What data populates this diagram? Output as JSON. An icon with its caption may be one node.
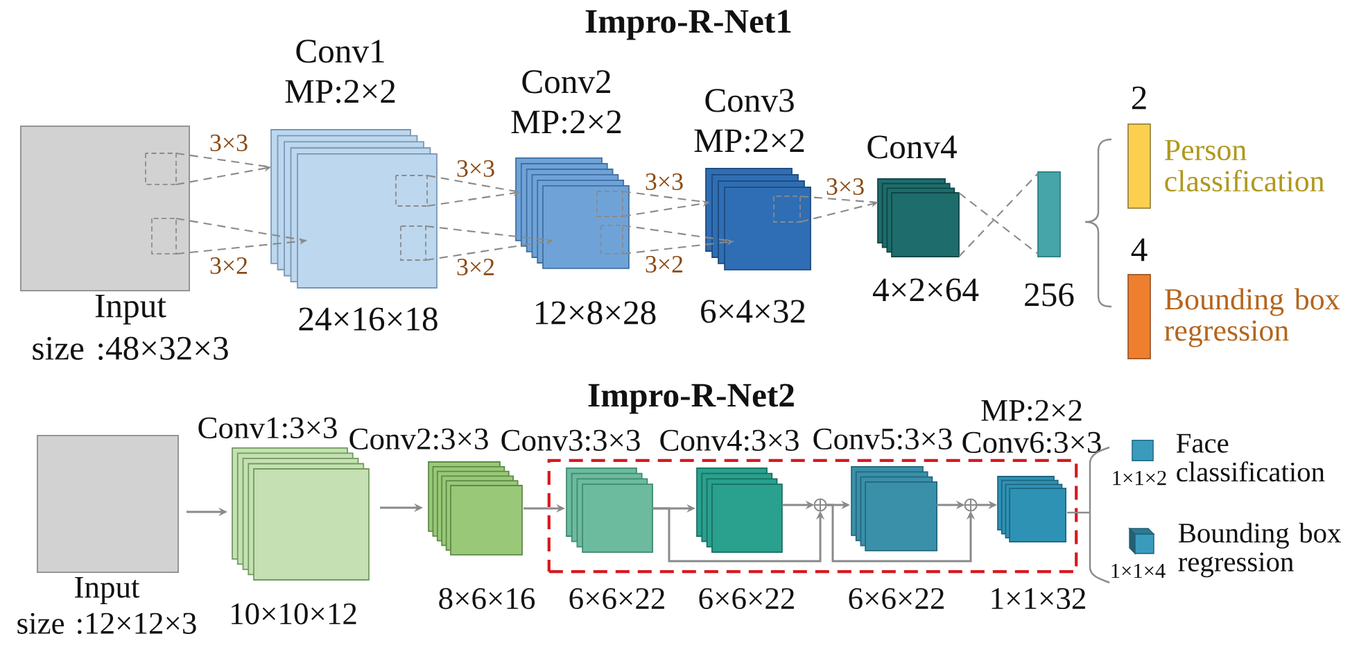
{
  "diagram": {
    "nodes": [
      {
        "text": [],
        "shape": "box",
        "beside": [
          "Input size :48×32×3"
        ]
      },
      {
        "text": [
          "Conv1 MP:2×2"
        ],
        "beside": [
          "24×16×18"
        ]
      },
      {
        "text": [
          "Conv2 MP:2×2"
        ],
        "beside": [
          "12×8×28"
        ]
      },
      {
        "text": [
          "Conv3 MP:2×2"
        ],
        "beside": [
          "6×4×32"
        ]
      },
      {
        "text": [
          "Conv4"
        ],
        "beside": [
          "4×2×64"
        ]
      },
      {
        "text": [],
        "shape": "bar",
        "beside": [
          "256"
        ]
      },
      {
        "text": [],
        "shape": "bar",
        "beside": [
          "2",
          "Person classification"
        ]
      },
      {
        "text": [],
        "shape": "bar",
        "beside": [
          "4",
          "Bounding box regression"
        ]
      },
      {
        "text": [],
        "shape": "box",
        "beside": [
          "Input size :12×12×3"
        ]
      },
      {
        "text": [
          "Conv1:3×3"
        ],
        "beside": [
          "10×10×12"
        ]
      },
      {
        "text": [
          "Conv2:3×3"
        ],
        "beside": [
          "8×6×16"
        ]
      },
      {
        "text": [],
        "shape": "box"
      },
      {
        "text": [
          "Conv3:3×3"
        ],
        "beside": [
          "6×6×22"
        ],
        "in": 11
      },
      {
        "text": [
          "Conv4:3×3"
        ],
        "beside": [
          "6×6×22"
        ],
        "in": 11
      },
      {
        "text": [],
        "shape": "circle",
        "in": 11
      },
      {
        "text": [
          "Conv5:3×3"
        ],
        "beside": [
          "6×6×22"
        ],
        "in": 11
      },
      {
        "text": [],
        "shape": "circle",
        "in": 11
      },
      {
        "text": [
          "MP:2×2 Conv6:3×3"
        ],
        "beside": [
          "1×1×32"
        ],
        "in": 11
      },
      {
        "text": [],
        "shape": "box",
        "beside": [
          "1×1×2",
          "Face classification"
        ]
      },
      {
        "text": [],
        "shape": "cube",
        "beside": [
          "1×1×4",
          "Bounding box regression"
        ]
      }
    ],
    "edges": [
      {
        "from": 0,
        "to": 1,
        "arrow": "to",
        "label": "3×3",
        "style": "dashed"
      },
      {
        "from": 0,
        "to": 1,
        "arrow": "to",
        "label": "3×2",
        "style": "dashed"
      },
      {
        "from": 1,
        "to": 2,
        "arrow": "to",
        "label": "3×3",
        "style": "dashed"
      },
      {
        "from": 1,
        "to": 2,
        "arrow": "to",
        "label": "3×2",
        "style": "dashed"
      },
      {
        "from": 2,
        "to": 3,
        "arrow": "to",
        "label": "3×3",
        "style": "dashed"
      },
      {
        "from": 2,
        "to": 3,
        "arrow": "to",
        "label": "3×2",
        "style": "dashed"
      },
      {
        "from": 3,
        "to": 4,
        "arrow": "to",
        "label": "3×3",
        "style": "dashed"
      },
      {
        "from": 4,
        "to": 5,
        "arrow": "none",
        "style": "dashed"
      },
      {
        "from": 8,
        "to": 9,
        "arrow": "to"
      },
      {
        "from": 9,
        "to": 10,
        "arrow": "to"
      },
      {
        "from": 10,
        "to": 12,
        "arrow": "to"
      },
      {
        "from": 12,
        "to": 13,
        "arrow": "to"
      },
      {
        "from": 13,
        "to": 14,
        "arrow": "to"
      },
      {
        "from": 12,
        "to": 14,
        "arrow": "to"
      },
      {
        "from": 14,
        "to": 15,
        "arrow": "to"
      },
      {
        "from": 15,
        "to": 16,
        "arrow": "to"
      },
      {
        "from": 14,
        "to": 16,
        "arrow": "to"
      },
      {
        "from": 16,
        "to": 17,
        "arrow": "to"
      }
    ],
    "labels": [
      "Impro-R-Net1",
      "Impro-R-Net2"
    ]
  }
}
